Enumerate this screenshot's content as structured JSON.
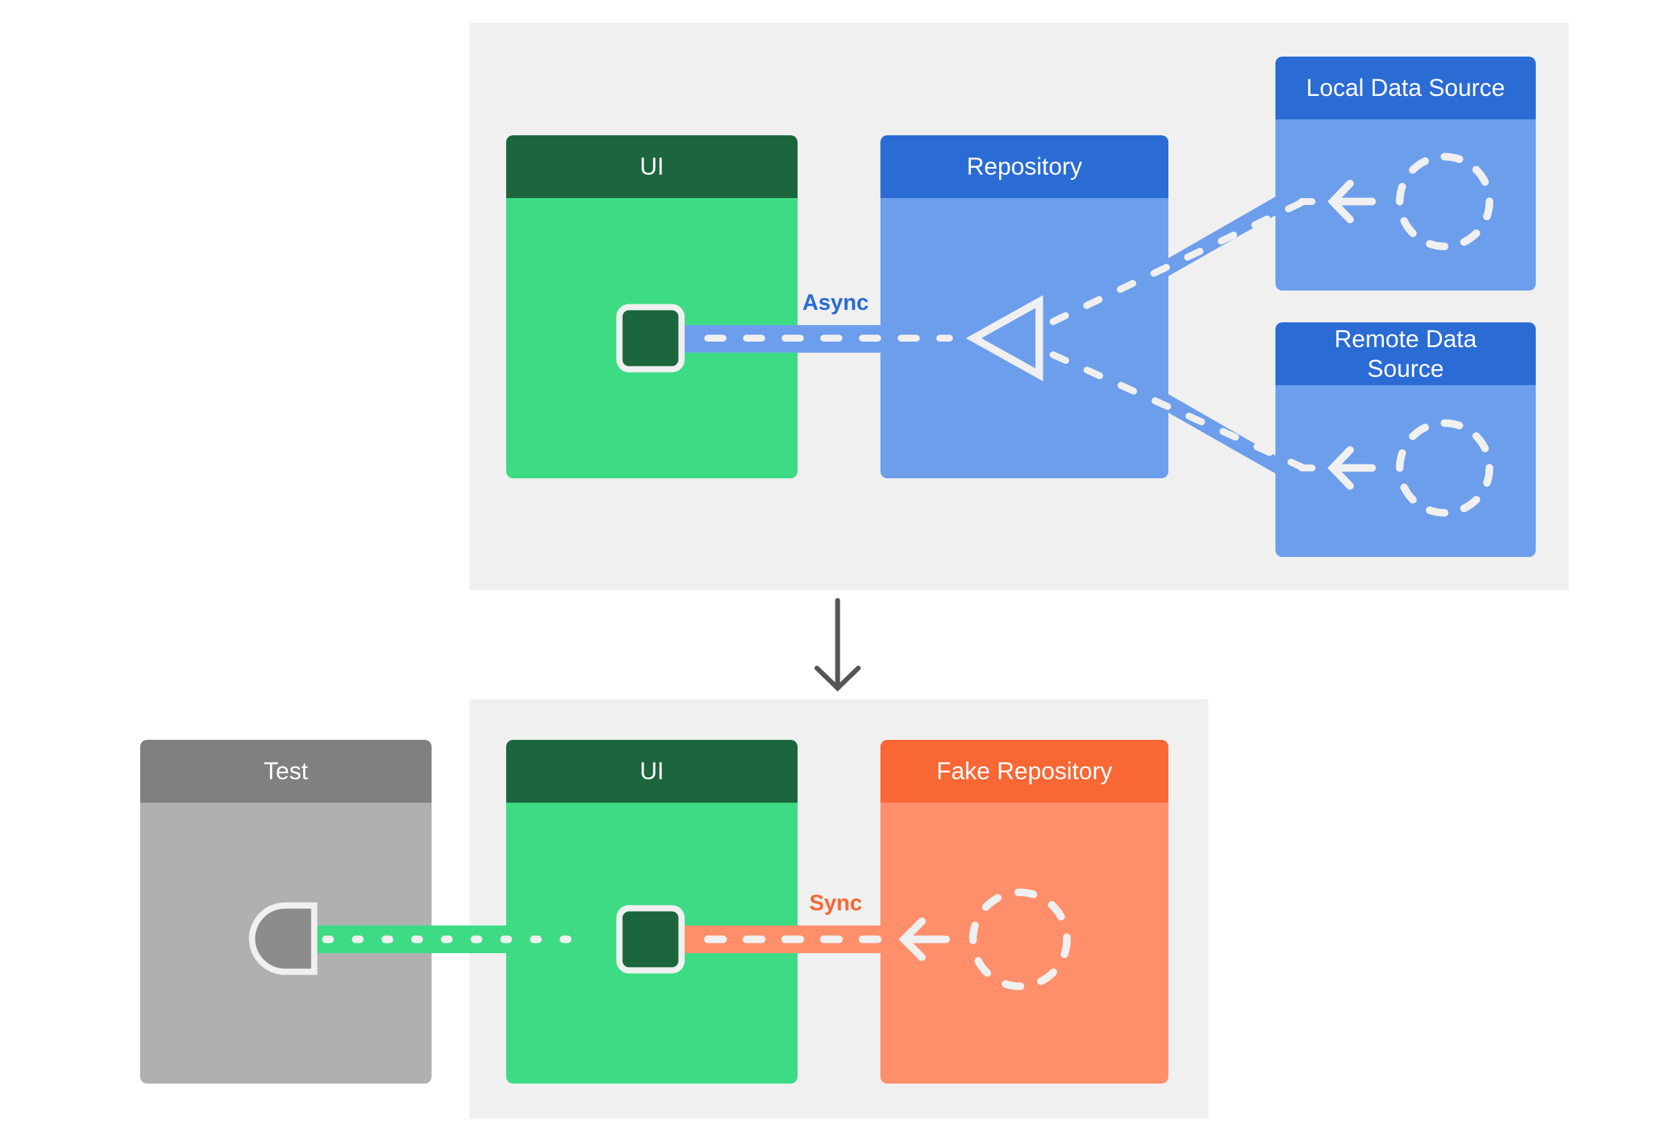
{
  "top": {
    "ui": {
      "title": "UI",
      "header_color": "#1b663d",
      "body_color": "#3ddc84"
    },
    "repository": {
      "title": "Repository",
      "header_color": "#2b6bd4",
      "body_color": "#6d9eeb"
    },
    "local_source": {
      "title": "Local Data Source",
      "header_color": "#2b6bd4",
      "body_color": "#6d9eeb"
    },
    "remote_source": {
      "title": "Remote Data Source",
      "header_color": "#2b6bd4",
      "body_color": "#6d9eeb"
    },
    "connection_label": "Async",
    "connection_color": "#2b6bd4"
  },
  "bottom": {
    "test": {
      "title": "Test",
      "header_color": "#808080",
      "body_color": "#b0b0b0"
    },
    "ui": {
      "title": "UI",
      "header_color": "#1b663d",
      "body_color": "#3ddc84"
    },
    "fake_repository": {
      "title": "Fake Repository",
      "header_color": "#f86734",
      "body_color": "#ff8f6b"
    },
    "connection_label": "Sync",
    "connection_color": "#f86734"
  }
}
